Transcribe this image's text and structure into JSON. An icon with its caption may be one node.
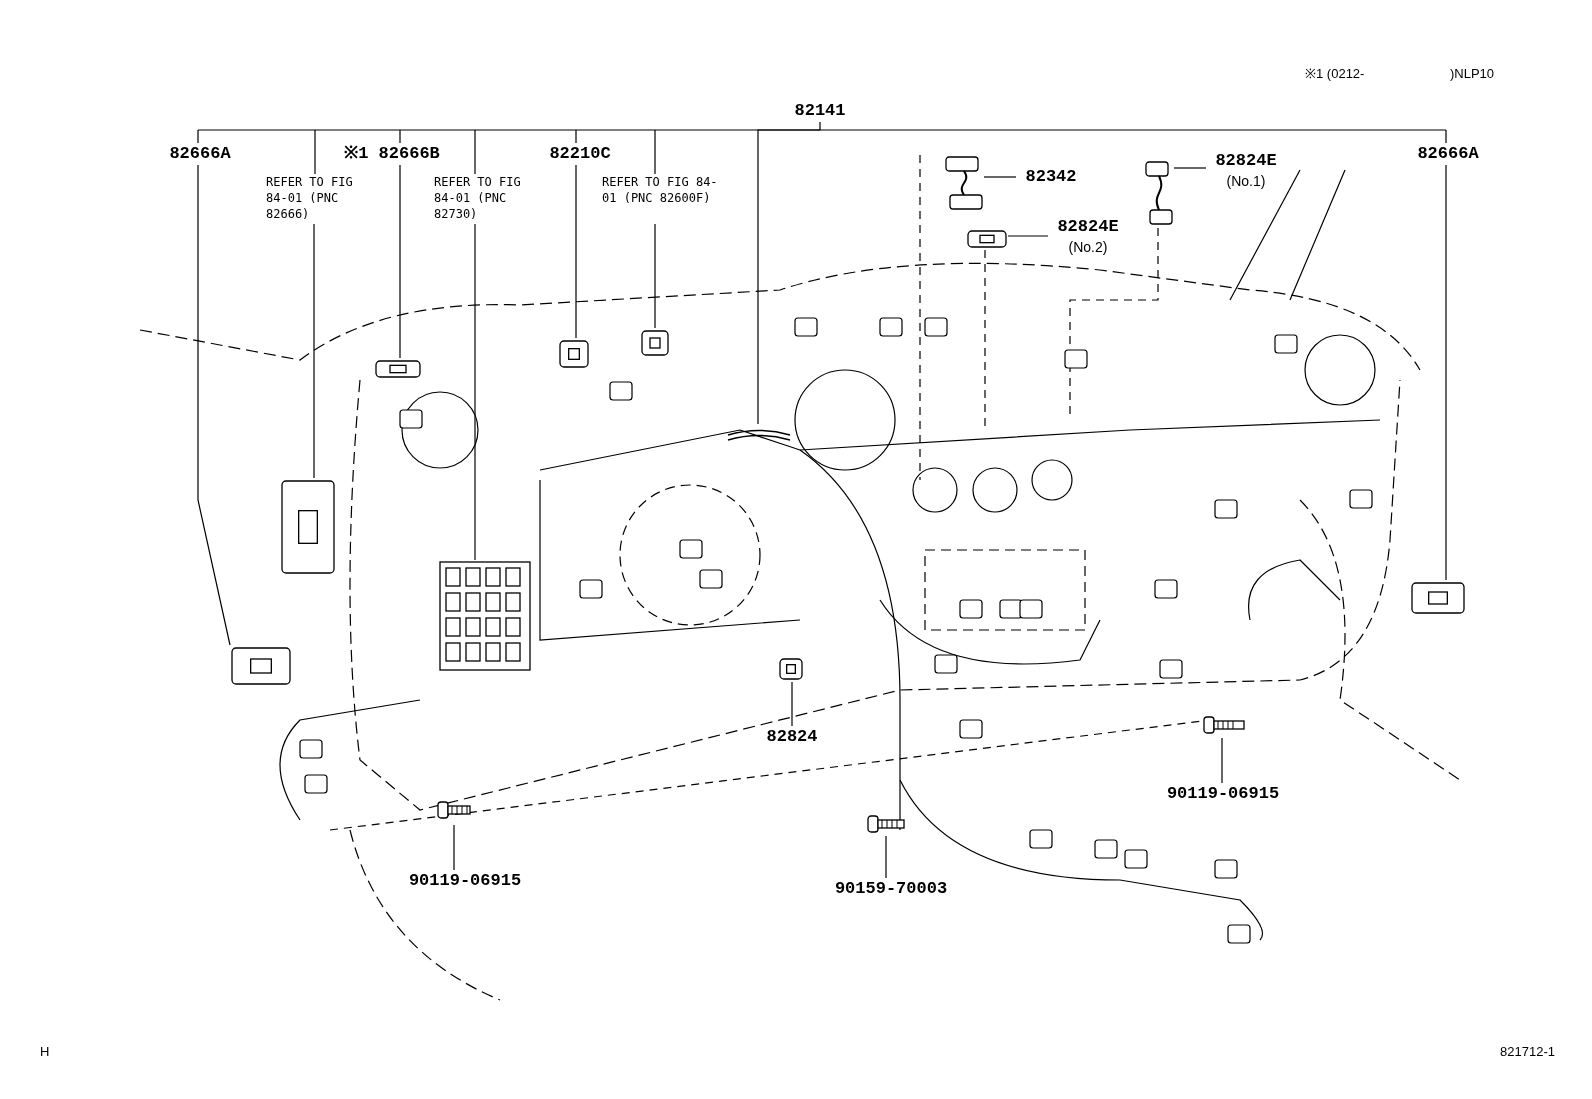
{
  "diagram": {
    "nodes": [
      {
        "text": [
          "82141"
        ]
      },
      {
        "text": [],
        "shape": "picture"
      },
      {
        "text": [
          "82666A"
        ]
      },
      {
        "text": [],
        "shape": "picture"
      },
      {
        "text": [
          "※1 82666B"
        ]
      },
      {
        "text": [],
        "shape": "picture"
      },
      {
        "text": [
          "REFER TO FIG 84-01 (PNC 82666)"
        ]
      },
      {
        "text": [],
        "shape": "picture"
      },
      {
        "text": [
          "REFER TO FIG 84-01 (PNC 82730)"
        ]
      },
      {
        "text": [],
        "shape": "picture"
      },
      {
        "text": [
          "82210C"
        ]
      },
      {
        "text": [],
        "shape": "picture"
      },
      {
        "text": [
          "REFER TO FIG 84-01 (PNC 82600F)"
        ]
      },
      {
        "text": [],
        "shape": "picture"
      },
      {
        "text": [
          "82342"
        ]
      },
      {
        "text": [],
        "shape": "picture"
      },
      {
        "text": [
          "82824E",
          "(No.1)"
        ]
      },
      {
        "text": [],
        "shape": "picture"
      },
      {
        "text": [
          "82824E",
          "(No.2)"
        ]
      },
      {
        "text": [],
        "shape": "picture"
      },
      {
        "text": [
          "82666A"
        ]
      },
      {
        "text": [],
        "shape": "picture"
      },
      {
        "text": [
          "82824"
        ]
      },
      {
        "text": [],
        "shape": "picture"
      },
      {
        "text": [
          "90119-06915"
        ]
      },
      {
        "text": [],
        "shape": "picture"
      },
      {
        "text": [
          "90159-70003"
        ]
      },
      {
        "text": [],
        "shape": "picture"
      },
      {
        "text": [
          "90119-06915"
        ]
      },
      {
        "text": [],
        "shape": "picture"
      }
    ],
    "edges": [
      {
        "from": 0,
        "to": 1,
        "arrow": "none"
      },
      {
        "from": 2,
        "to": 3,
        "arrow": "none"
      },
      {
        "from": 4,
        "to": 5,
        "arrow": "none"
      },
      {
        "from": 6,
        "to": 7,
        "arrow": "none"
      },
      {
        "from": 8,
        "to": 9,
        "arrow": "none"
      },
      {
        "from": 10,
        "to": 11,
        "arrow": "none"
      },
      {
        "from": 12,
        "to": 13,
        "arrow": "none"
      },
      {
        "from": 14,
        "to": 15,
        "arrow": "none"
      },
      {
        "from": 16,
        "to": 17,
        "arrow": "none"
      },
      {
        "from": 18,
        "to": 19,
        "arrow": "none"
      },
      {
        "from": 20,
        "to": 21,
        "arrow": "none"
      },
      {
        "from": 22,
        "to": 23,
        "arrow": "none"
      },
      {
        "from": 24,
        "to": 25,
        "arrow": "none"
      },
      {
        "from": 26,
        "to": 27,
        "arrow": "none"
      },
      {
        "from": 28,
        "to": 29,
        "arrow": "none"
      }
    ],
    "labels": [
      "※1 (0212-",
      ")NLP10",
      "H",
      "821712-1"
    ]
  }
}
